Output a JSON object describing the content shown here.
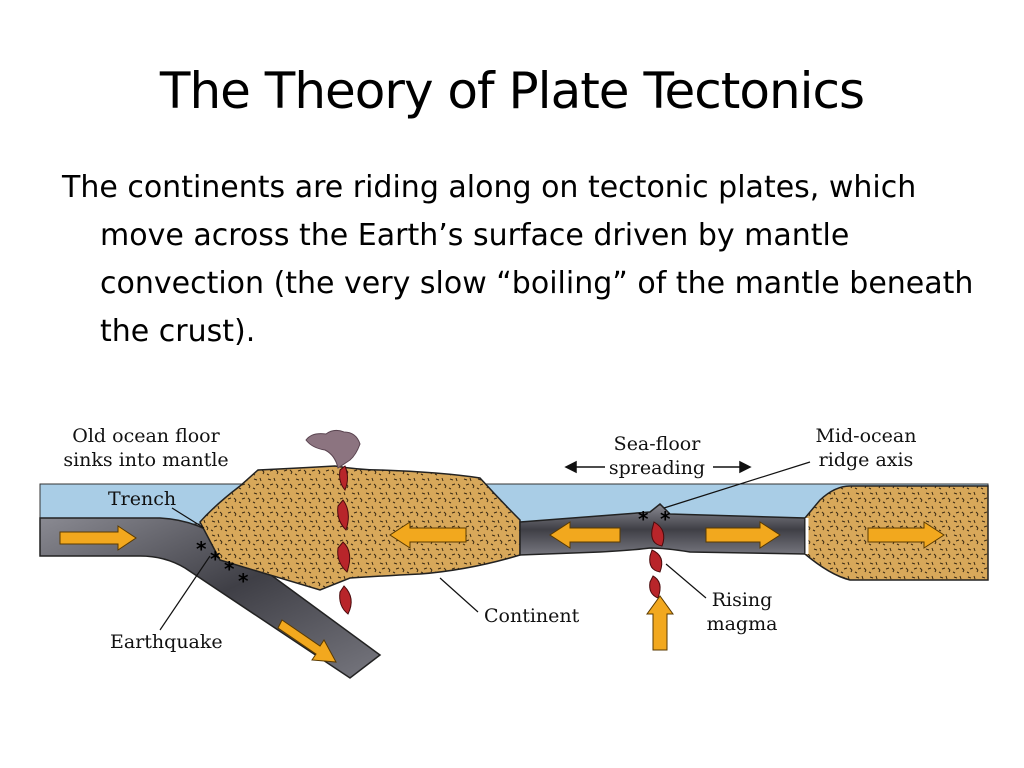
{
  "title": "The Theory of Plate Tectonics",
  "body": "The continents are riding along on tectonic plates, which move across the Earth’s surface driven by mantle convection (the very slow “boiling” of the mantle beneath the crust).",
  "diagram": {
    "labels": {
      "old_ocean_floor_1": "Old ocean floor",
      "old_ocean_floor_2": "sinks into mantle",
      "trench": "Trench",
      "earthquake": "Earthquake",
      "continent": "Continent",
      "sea_floor_1": "Sea-floor",
      "sea_floor_2": "spreading",
      "mid_ocean_1": "Mid-ocean",
      "mid_ocean_2": "ridge axis",
      "rising_1": "Rising",
      "rising_2": "magma"
    },
    "colors": {
      "water": "#a9cde6",
      "continent": "#d8a85a",
      "plate": "#5e5e66",
      "magma": "#b8252a",
      "arrow": "#f2a81e",
      "smoke": "#8c7480"
    }
  }
}
